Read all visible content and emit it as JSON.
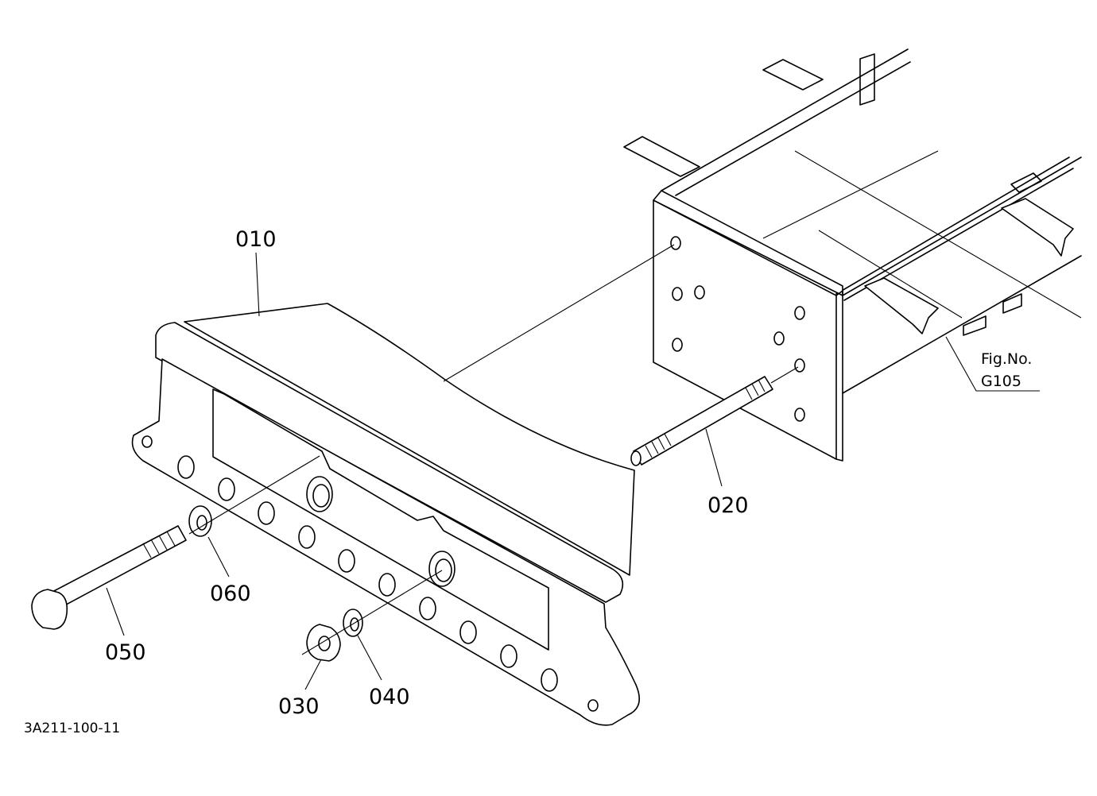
{
  "parts": [
    {
      "number": "010"
    },
    {
      "number": "020"
    },
    {
      "number": "030"
    },
    {
      "number": "040"
    },
    {
      "number": "050"
    },
    {
      "number": "060"
    }
  ],
  "figure_ref": {
    "line1": "Fig.No.",
    "line2": "G105"
  },
  "drawing_code": "3A211-100-11",
  "colors": {
    "ink": "#000000",
    "paper": "#ffffff"
  }
}
